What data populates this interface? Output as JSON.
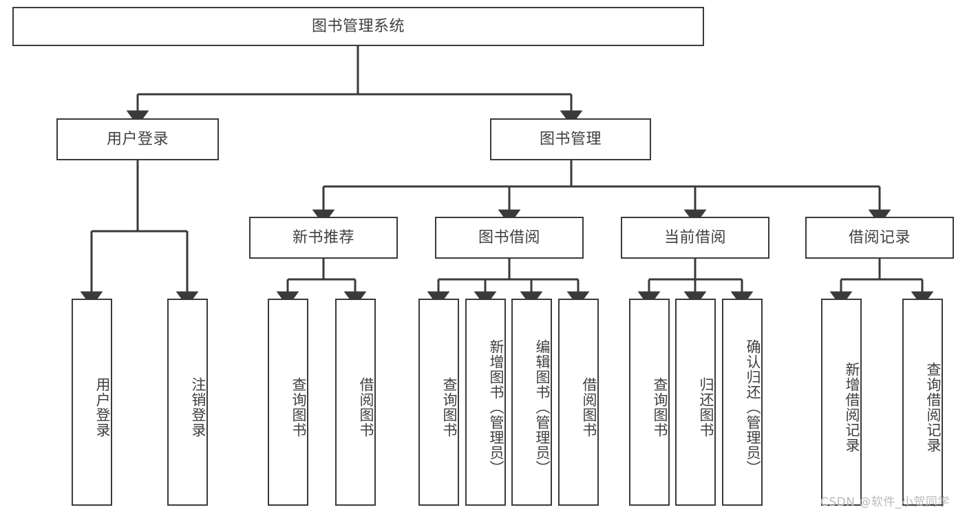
{
  "diagram": {
    "title_node": {
      "label": "图书管理系统"
    },
    "level1": [
      {
        "id": "user-login",
        "label": "用户登录"
      },
      {
        "id": "book-management",
        "label": "图书管理"
      }
    ],
    "level2": [
      {
        "id": "new-book-recommend",
        "label": "新书推荐"
      },
      {
        "id": "book-borrow",
        "label": "图书借阅"
      },
      {
        "id": "current-borrow",
        "label": "当前借阅"
      },
      {
        "id": "borrow-record",
        "label": "借阅记录"
      }
    ],
    "leaves": {
      "user_login": [
        {
          "id": "leaf-user-login",
          "label": "用户登录"
        },
        {
          "id": "leaf-logout-login",
          "label": "注销登录"
        }
      ],
      "new_book_recommend": [
        {
          "id": "leaf-query-book-1",
          "label": "查询图书"
        },
        {
          "id": "leaf-borrow-book-1",
          "label": "借阅图书"
        }
      ],
      "book_borrow": [
        {
          "id": "leaf-query-book-2",
          "label": "查询图书"
        },
        {
          "id": "leaf-add-book",
          "label": "新增图书（管理员）"
        },
        {
          "id": "leaf-edit-book",
          "label": "编辑图书（管理员）"
        },
        {
          "id": "leaf-borrow-book-2",
          "label": "借阅图书"
        }
      ],
      "current_borrow": [
        {
          "id": "leaf-query-book-3",
          "label": "查询图书"
        },
        {
          "id": "leaf-return-book",
          "label": "归还图书"
        },
        {
          "id": "leaf-confirm-return",
          "label": "确认归还（管理员）"
        }
      ],
      "borrow_record": [
        {
          "id": "leaf-add-borrow-record",
          "label": "新增借阅记录"
        },
        {
          "id": "leaf-query-borrow-record",
          "label": "查询借阅记录"
        }
      ]
    }
  },
  "watermark": {
    "text": "CSDN @软件_小贺同学"
  },
  "colors": {
    "stroke": "#3a3a3a",
    "text": "#3f3f3f",
    "background": "#ffffff",
    "watermark": "#b9b9b9"
  }
}
